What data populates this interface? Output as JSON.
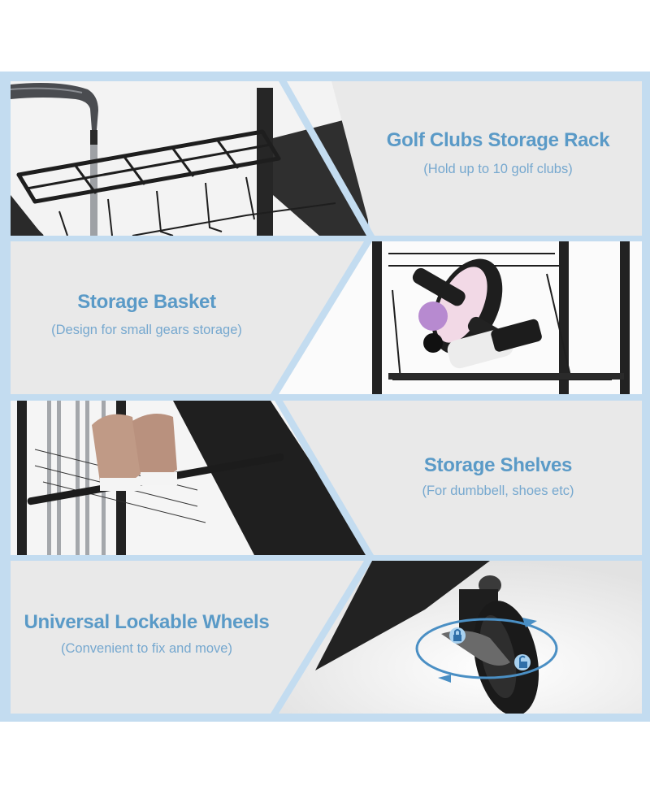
{
  "colors": {
    "frame": "#c3dcf0",
    "text_panel_bg": "#e9e9e9",
    "title": "#5a9ac7",
    "subtitle": "#76a8cf",
    "metal": "#1e1e1e"
  },
  "features": [
    {
      "title": "Golf Clubs Storage Rack",
      "subtitle": "(Hold up to 10 golf clubs)",
      "image": "golf-club-rack-closeup",
      "text_side": "right"
    },
    {
      "title": "Storage Basket",
      "subtitle": "(Design for small gears storage)",
      "image": "basket-with-ab-roller-and-massage-gun",
      "text_side": "left"
    },
    {
      "title": "Storage Shelves",
      "subtitle": "(For dumbbell, shoes etc)",
      "image": "shelf-with-shoes-and-golf-clubs",
      "text_side": "right"
    },
    {
      "title": "Universal Lockable Wheels",
      "subtitle": "(Convenient to fix and move)",
      "image": "lockable-caster-wheel",
      "text_side": "left",
      "icons": [
        "lock-icon",
        "unlock-icon",
        "rotate-arrows-icon"
      ]
    }
  ]
}
